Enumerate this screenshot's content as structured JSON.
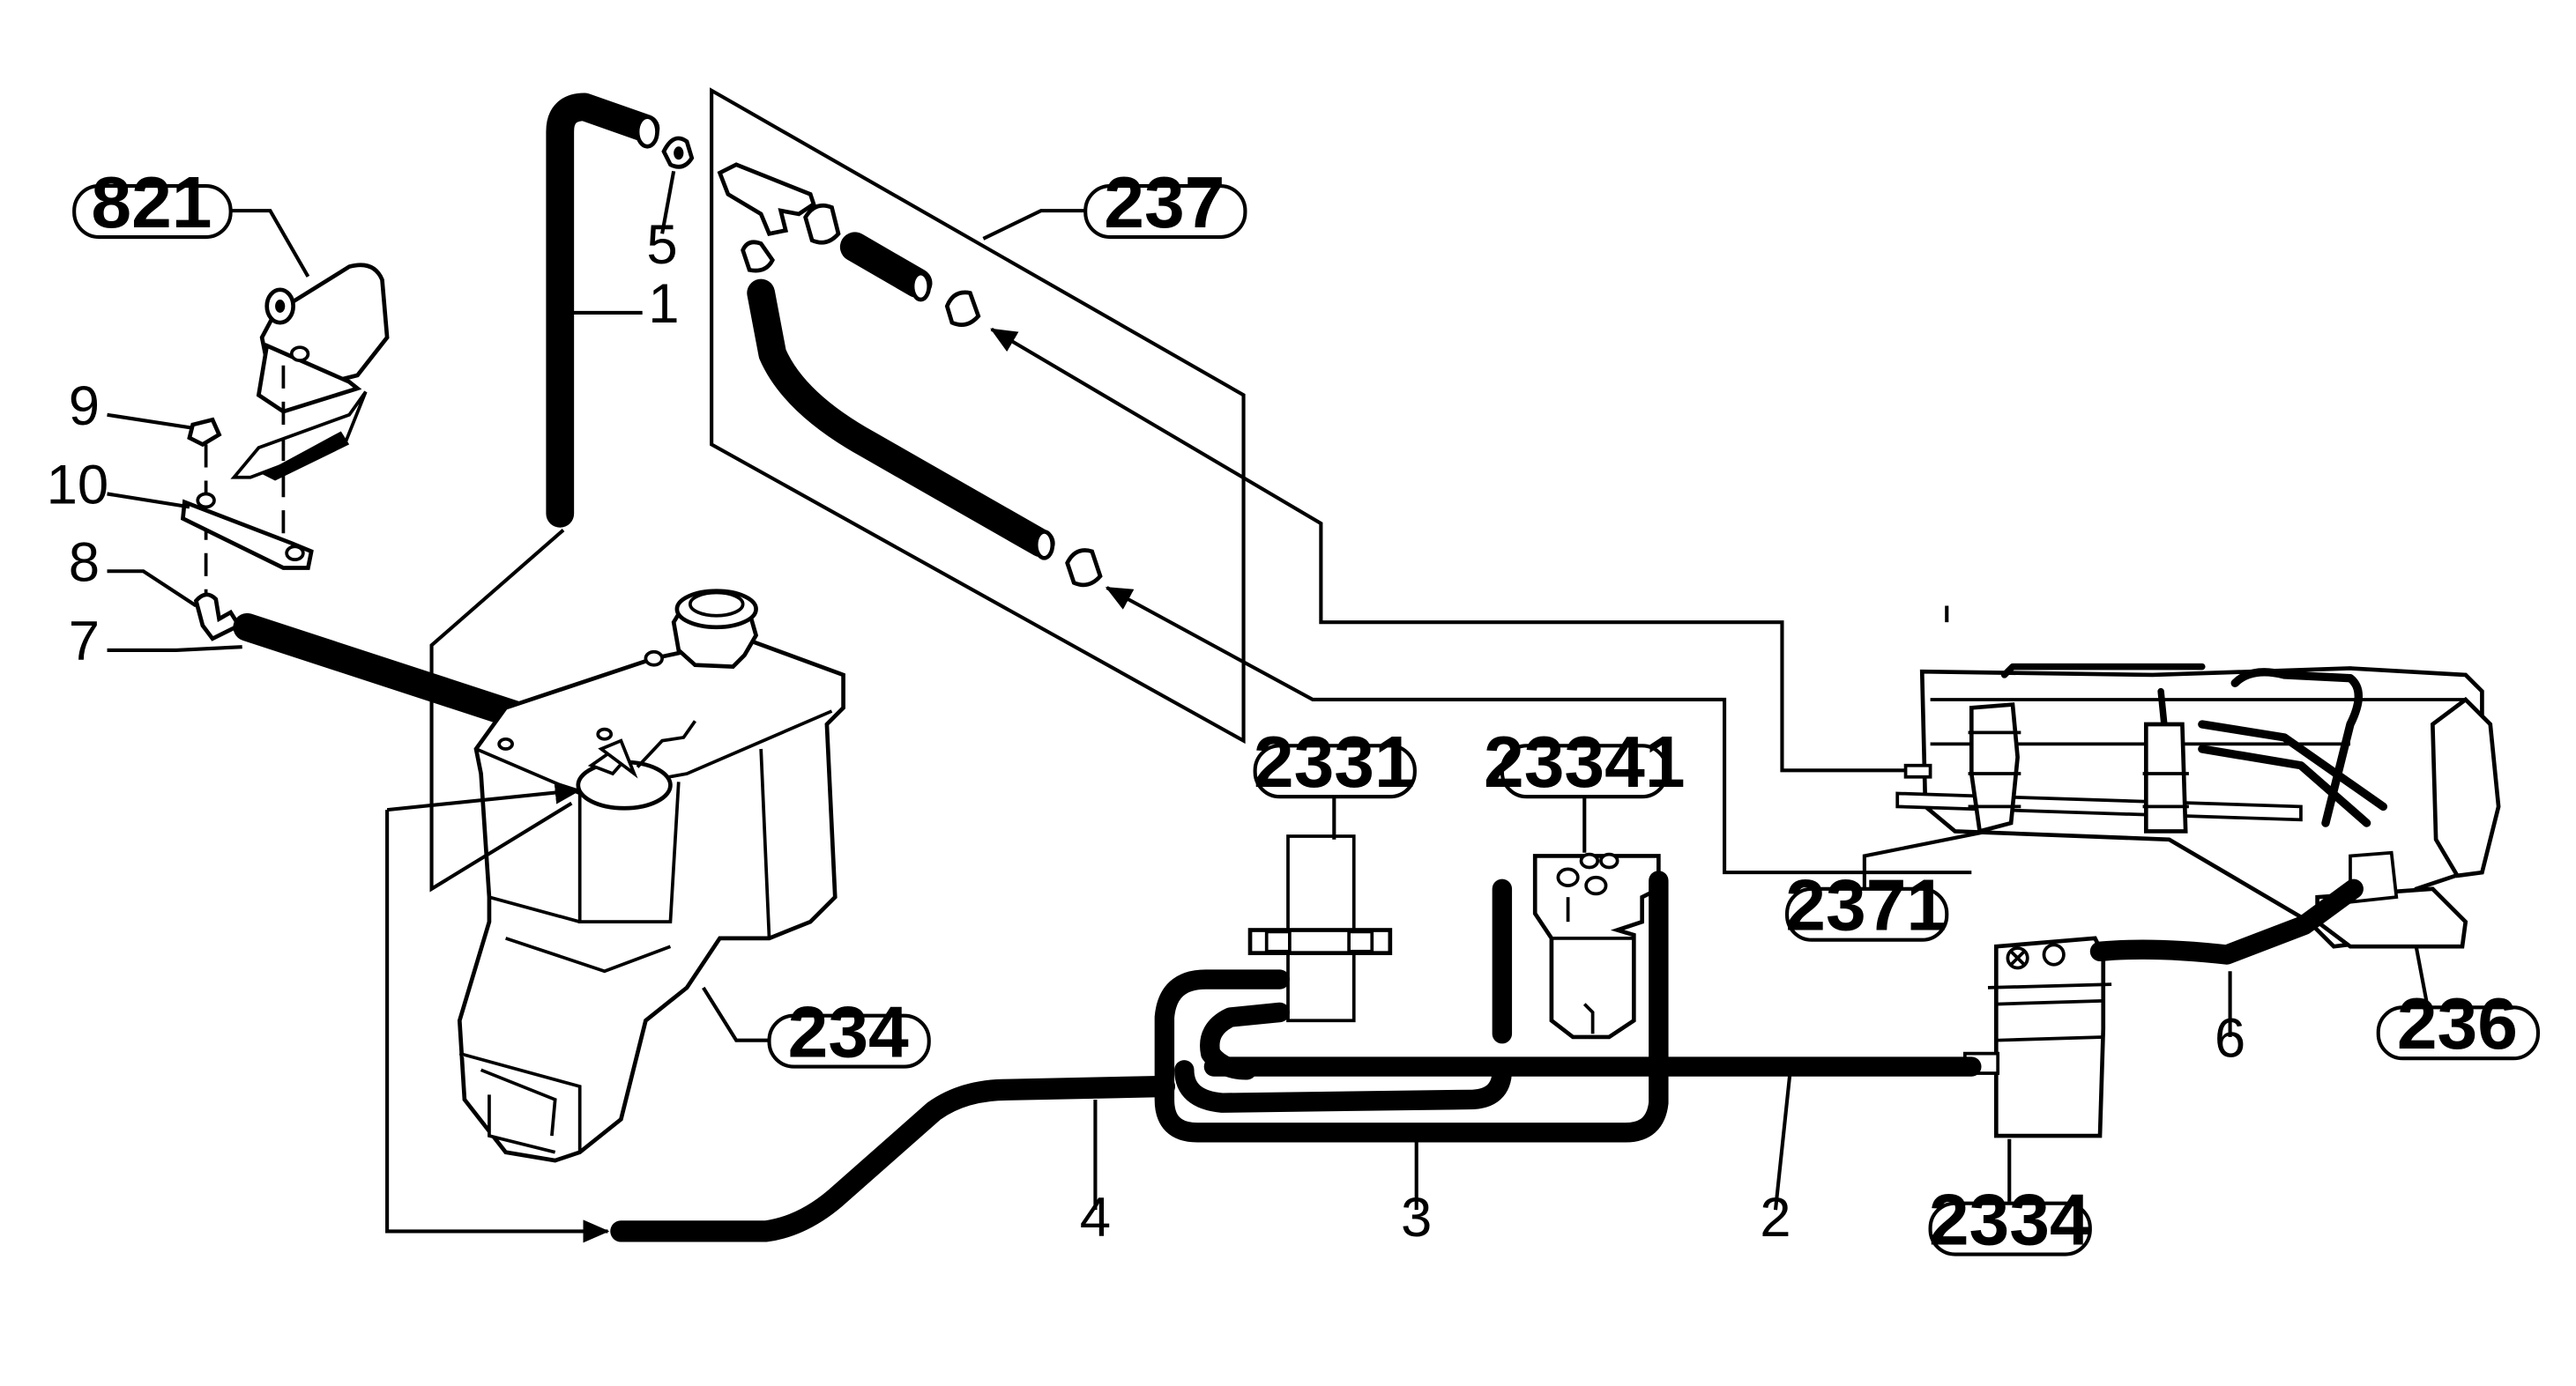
{
  "callouts": {
    "c821": "821",
    "c237": "237",
    "c2331": "2331",
    "c23341": "23341",
    "c2371": "2371",
    "c234": "234",
    "c236": "236",
    "c2334": "2334"
  },
  "numbers": {
    "n1": "1",
    "n2": "2",
    "n3": "3",
    "n4": "4",
    "n5": "5",
    "n6": "6",
    "n7": "7",
    "n8": "8",
    "n9": "9",
    "n10": "10"
  },
  "mark": "I"
}
